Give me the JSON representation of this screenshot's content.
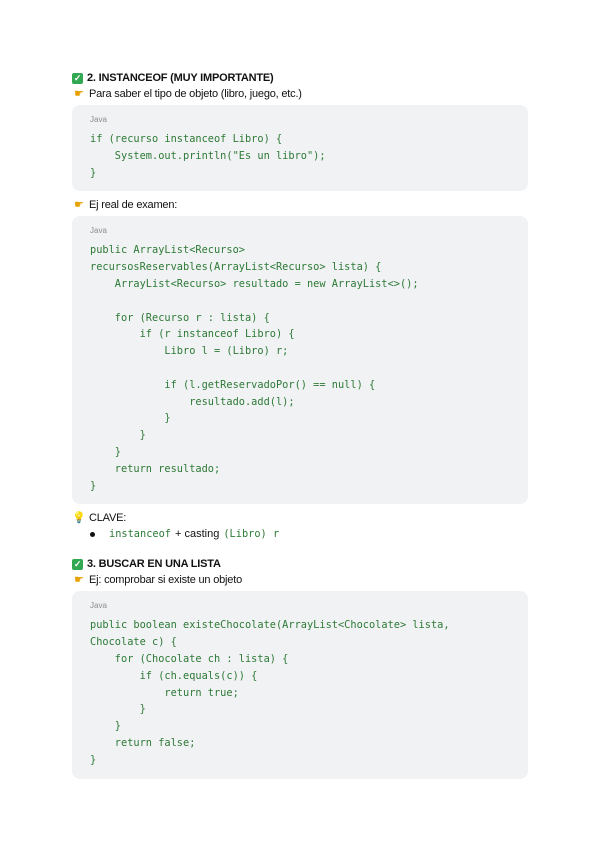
{
  "section2": {
    "check_icon": "check-mark-icon",
    "title": "2. INSTANCEOF (MUY IMPORTANTE)",
    "note": "Para saber el tipo de objeto (libro, juego, etc.)",
    "code1": {
      "lang": "Java",
      "text": "if (recurso instanceof Libro) {\n    System.out.println(\"Es un libro\");\n}"
    },
    "exam_note": "Ej real de examen:",
    "code2": {
      "lang": "Java",
      "text": "public ArrayList<Recurso>\nrecursosReservables(ArrayList<Recurso> lista) {\n    ArrayList<Recurso> resultado = new ArrayList<>();\n\n    for (Recurso r : lista) {\n        if (r instanceof Libro) {\n            Libro l = (Libro) r;\n\n            if (l.getReservadoPor() == null) {\n                resultado.add(l);\n            }\n        }\n    }\n    return resultado;\n}"
    },
    "clave_label": "CLAVE:",
    "clave_item": {
      "code_a": "instanceof",
      "plus_text": "+ casting",
      "code_b": "(Libro) r"
    }
  },
  "section3": {
    "title": "3. BUSCAR EN UNA LISTA",
    "note": "Ej: comprobar si existe un objeto",
    "code": {
      "lang": "Java",
      "text": "public boolean existeChocolate(ArrayList<Chocolate> lista,\nChocolate c) {\n    for (Chocolate ch : lista) {\n        if (ch.equals(c)) {\n            return true;\n        }\n    }\n    return false;\n}"
    }
  },
  "icons": {
    "check": "check-mark-icon",
    "hand": "pointing-hand-icon",
    "bulb": "light-bulb-icon"
  },
  "colors": {
    "code_text": "#2d7a36",
    "code_bg": "#f1f2f4",
    "check_green": "#33a852"
  }
}
